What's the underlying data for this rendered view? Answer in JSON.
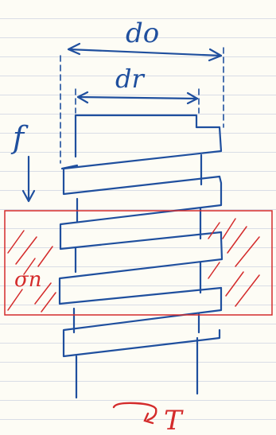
{
  "labels": {
    "outer_diameter": "do",
    "root_diameter": "dr",
    "force": "f",
    "stress": "σn",
    "torque": "T"
  },
  "colors": {
    "ink_blue": "#1f4f9e",
    "ink_red": "#d42b2b",
    "paper": "#fdfcf5",
    "ruling": "#d9dde6"
  }
}
